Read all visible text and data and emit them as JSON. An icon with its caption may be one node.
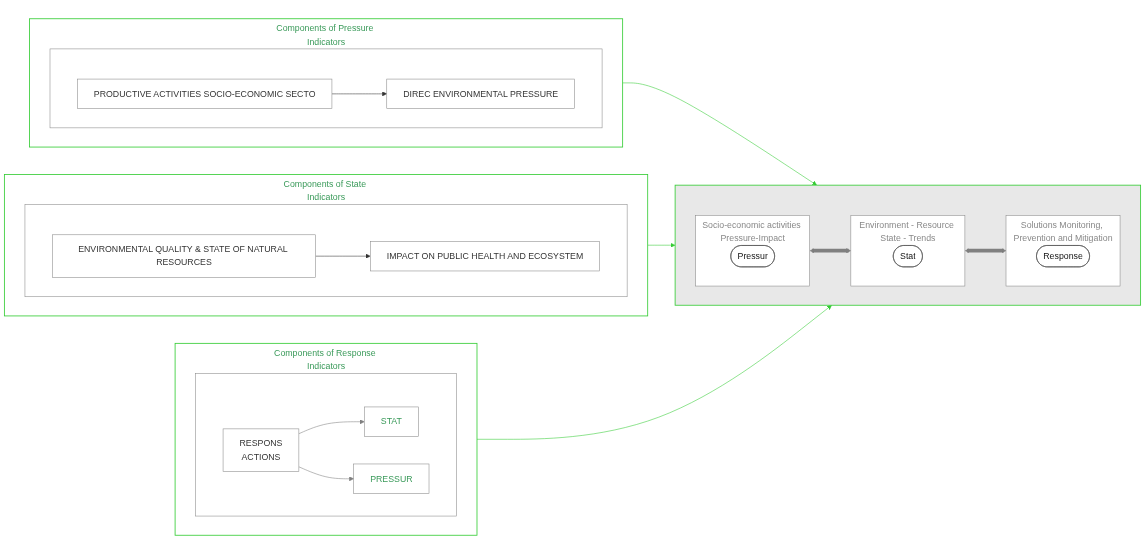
{
  "diagram": {
    "nodes": [
      {
        "text": [
          "Components of Pressure Indicators"
        ]
      },
      {
        "text": [],
        "shape": "box",
        "in": 0
      },
      {
        "text": [
          "PRODUCTIVE ACTIVITIES SOCIO-ECONOMIC SECTO"
        ],
        "in": 1
      },
      {
        "text": [
          "DIREC ENVIRONMENTAL PRESSURE"
        ],
        "in": 1
      },
      {
        "text": [
          "Components of State Indicators"
        ]
      },
      {
        "text": [],
        "shape": "box",
        "in": 4
      },
      {
        "text": [
          "ENVIRONMENTAL QUALITY & STATE OF NATURAL RESOURCES"
        ],
        "in": 5
      },
      {
        "text": [
          "IMPACT ON PUBLIC HEALTH AND ECOSYSTEM"
        ],
        "in": 5
      },
      {
        "text": [
          "Components of Response Indicators"
        ]
      },
      {
        "text": [],
        "shape": "box",
        "in": 8
      },
      {
        "text": [
          "RESPONS",
          "ACTIONS"
        ],
        "in": 9
      },
      {
        "text": [
          "STAT"
        ],
        "in": 9
      },
      {
        "text": [
          "PRESSUR"
        ],
        "in": 9
      },
      {
        "text": [],
        "shape": "box"
      },
      {
        "text": [
          "Socio-economic activities Pressure-Impact"
        ],
        "in": 13
      },
      {
        "text": [
          "Pressur"
        ],
        "in": 14
      },
      {
        "text": [
          "Environment - Resource State - Trends"
        ],
        "in": 13
      },
      {
        "text": [
          "Stat"
        ],
        "in": 16
      },
      {
        "text": [
          "Solutions Monitoring, Prevention and Mitigation"
        ],
        "in": 13
      },
      {
        "text": [
          "Response"
        ],
        "in": 18
      }
    ],
    "edges": [
      {
        "from": 2,
        "to": 3,
        "arrow": "to"
      },
      {
        "from": 6,
        "to": 7,
        "arrow": "to"
      },
      {
        "from": 10,
        "to": 11,
        "arrow": "to",
        "color": "#808080"
      },
      {
        "from": 10,
        "to": 12,
        "arrow": "to",
        "color": "#808080"
      },
      {
        "from": 0,
        "to": 13,
        "arrow": "to",
        "color": "#33cc33"
      },
      {
        "from": 4,
        "to": 13,
        "arrow": "to",
        "color": "#33cc33"
      },
      {
        "from": 8,
        "to": 13,
        "arrow": "to",
        "color": "#33cc33"
      },
      {
        "from": 14,
        "to": 16,
        "arrow": "both",
        "style": "thick",
        "color": "#808080"
      },
      {
        "from": 16,
        "to": 18,
        "arrow": "both",
        "style": "thick",
        "color": "#808080"
      }
    ]
  }
}
